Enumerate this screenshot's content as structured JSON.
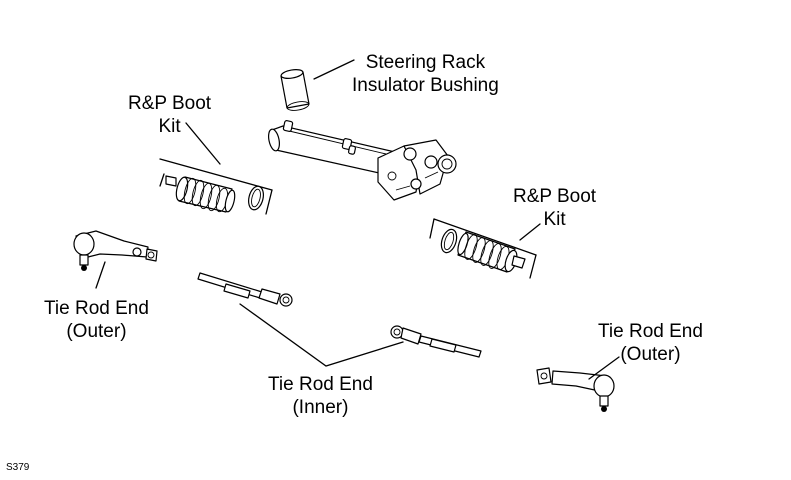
{
  "labels": {
    "steering_rack_bushing": [
      "Steering Rack",
      "Insulator Bushing"
    ],
    "rp_boot_kit_left": [
      "R&P Boot",
      "Kit"
    ],
    "rp_boot_kit_right": [
      "R&P Boot",
      "Kit"
    ],
    "tie_rod_end_outer_left": [
      "Tie Rod End",
      "(Outer)"
    ],
    "tie_rod_end_outer_right": [
      "Tie Rod End",
      "(Outer)"
    ],
    "tie_rod_end_inner": [
      "Tie Rod End",
      "(Inner)"
    ]
  },
  "figure_code": "S379"
}
